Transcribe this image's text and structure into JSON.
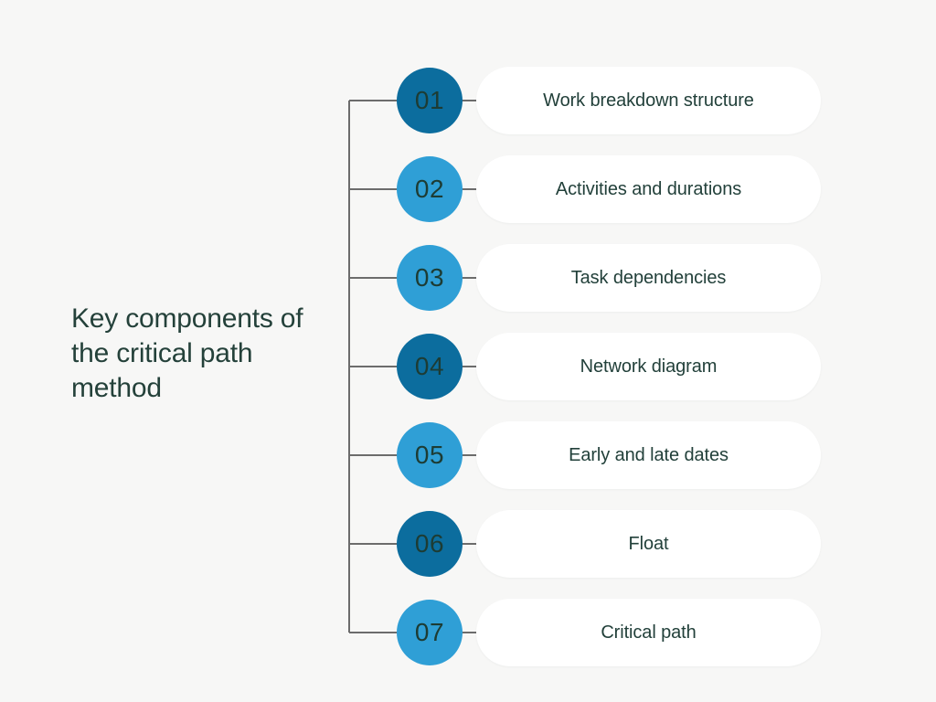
{
  "background_color": "#f7f7f6",
  "title": {
    "text": "Key components of\nthe critical path\nmethod",
    "color": "#24413a"
  },
  "palette": {
    "dark_blue": "#0c6d9e",
    "light_blue": "#2f9fd6",
    "connector_gray": "#6c6c6c",
    "card_background": "#ffffff",
    "text_dark": "#22403a"
  },
  "steps": [
    {
      "number": "01",
      "label": "Work breakdown structure",
      "shade": "dark",
      "color": "#0c6d9e"
    },
    {
      "number": "02",
      "label": "Activities and durations",
      "shade": "light",
      "color": "#2f9fd6"
    },
    {
      "number": "03",
      "label": "Task dependencies",
      "shade": "light",
      "color": "#2f9fd6"
    },
    {
      "number": "04",
      "label": "Network diagram",
      "shade": "dark",
      "color": "#0c6d9e"
    },
    {
      "number": "05",
      "label": "Early and late dates",
      "shade": "light",
      "color": "#2f9fd6"
    },
    {
      "number": "06",
      "label": "Float",
      "shade": "dark",
      "color": "#0c6d9e"
    },
    {
      "number": "07",
      "label": "Critical path",
      "shade": "light",
      "color": "#2f9fd6"
    }
  ]
}
